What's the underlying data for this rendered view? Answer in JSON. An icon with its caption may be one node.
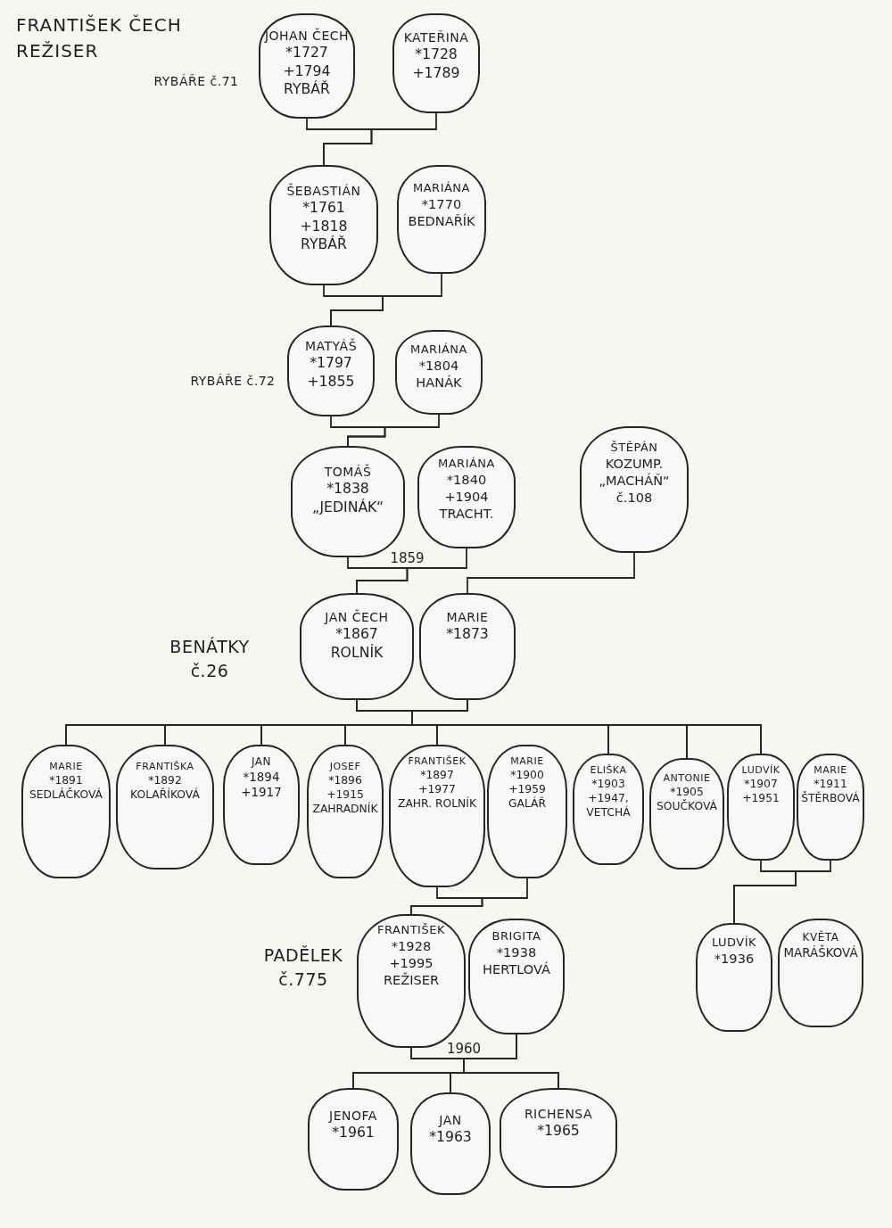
{
  "diagram": {
    "title": "FRANTIŠEK ČECH REŽISER",
    "nodes": [
      {
        "text": [
          "JOHAN ČECH",
          "*1727",
          "+1794",
          "RYBÁŘ"
        ],
        "beside": [
          "RYBÁŘE č.71"
        ]
      },
      {
        "text": [
          "KATEŘINA",
          "*1728",
          "+1789"
        ]
      },
      {
        "text": [
          "ŠEBASTIÁN",
          "*1761",
          "+1818",
          "RYBÁŘ"
        ]
      },
      {
        "text": [
          "MARIÁNA",
          "*1770",
          "BEDNAŘÍK"
        ]
      },
      {
        "text": [
          "MATYÁŠ",
          "*1797",
          "+1855"
        ],
        "beside": [
          "RYBÁŘE č.72"
        ]
      },
      {
        "text": [
          "MARIÁNA",
          "*1804",
          "HANÁK"
        ]
      },
      {
        "text": [
          "TOMÁŠ",
          "*1838",
          "„JEDINÁK“"
        ]
      },
      {
        "text": [
          "MARIÁNA",
          "*1840",
          "+1904",
          "TRACHT."
        ]
      },
      {
        "text": [
          "ŠTĚPÁN",
          "KOZUMP.",
          "„MACHÁŇ“",
          "č.108"
        ]
      },
      {
        "text": [
          "JAN ČECH",
          "*1867",
          "ROLNÍK"
        ],
        "beside": [
          "BENÁTKY č.26"
        ]
      },
      {
        "text": [
          "MARIE",
          "*1873"
        ]
      },
      {
        "text": [
          "MARIE",
          "*1891",
          "SEDLÁČKOVÁ"
        ]
      },
      {
        "text": [
          "FRANTIŠKA",
          "*1892",
          "KOLAŘÍKOVÁ"
        ]
      },
      {
        "text": [
          "JAN",
          "*1894",
          "+1917"
        ]
      },
      {
        "text": [
          "JOSEF",
          "*1896",
          "+1915",
          "ZAHRADNÍK"
        ]
      },
      {
        "text": [
          "FRANTIŠEK",
          "*1897",
          "+1977",
          "ZAHR. ROLNÍK"
        ]
      },
      {
        "text": [
          "MARIE",
          "*1900",
          "+1959",
          "GALÁŘ"
        ]
      },
      {
        "text": [
          "ELIŠKA",
          "*1903",
          "+1947,",
          "VETCHÁ"
        ]
      },
      {
        "text": [
          "ANTONIE",
          "*1905",
          "SOUČKOVÁ"
        ]
      },
      {
        "text": [
          "LUDVÍK",
          "*1907",
          "+1951"
        ]
      },
      {
        "text": [
          "MARIE",
          "*1911",
          "ŠTĚRBOVÁ"
        ]
      },
      {
        "text": [
          "FRANTIŠEK",
          "*1928",
          "+1995",
          "REŽISER"
        ],
        "beside": [
          "PADĚLEK č.775"
        ]
      },
      {
        "text": [
          "BRIGITA",
          "*1938",
          "HERTLOVÁ"
        ]
      },
      {
        "text": [
          "LUDVÍK",
          "*1936"
        ]
      },
      {
        "text": [
          "KVĚTA",
          "MARÁŠKOVÁ"
        ]
      },
      {
        "text": [
          "JENOFA",
          "*1961"
        ]
      },
      {
        "text": [
          "JAN",
          "*1963"
        ]
      },
      {
        "text": [
          "RICHENSA",
          "*1965"
        ]
      }
    ],
    "edges": [
      {
        "from": 0,
        "to": 2,
        "arrow": "none"
      },
      {
        "from": 1,
        "to": 2,
        "arrow": "none"
      },
      {
        "from": 2,
        "to": 4,
        "arrow": "none"
      },
      {
        "from": 3,
        "to": 4,
        "arrow": "none"
      },
      {
        "from": 4,
        "to": 6,
        "arrow": "none"
      },
      {
        "from": 5,
        "to": 6,
        "arrow": "none"
      },
      {
        "from": 6,
        "to": 9,
        "arrow": "none",
        "label": "1859"
      },
      {
        "from": 7,
        "to": 9,
        "arrow": "none"
      },
      {
        "from": 8,
        "to": 10,
        "arrow": "none"
      },
      {
        "from": 9,
        "to": 11,
        "arrow": "none"
      },
      {
        "from": 10,
        "to": 11,
        "arrow": "none"
      },
      {
        "from": 9,
        "to": 12,
        "arrow": "none"
      },
      {
        "from": 10,
        "to": 12,
        "arrow": "none"
      },
      {
        "from": 9,
        "to": 13,
        "arrow": "none"
      },
      {
        "from": 10,
        "to": 13,
        "arrow": "none"
      },
      {
        "from": 9,
        "to": 14,
        "arrow": "none"
      },
      {
        "from": 10,
        "to": 14,
        "arrow": "none"
      },
      {
        "from": 9,
        "to": 15,
        "arrow": "none"
      },
      {
        "from": 10,
        "to": 15,
        "arrow": "none"
      },
      {
        "from": 9,
        "to": 17,
        "arrow": "none"
      },
      {
        "from": 10,
        "to": 17,
        "arrow": "none"
      },
      {
        "from": 9,
        "to": 18,
        "arrow": "none"
      },
      {
        "from": 10,
        "to": 18,
        "arrow": "none"
      },
      {
        "from": 9,
        "to": 19,
        "arrow": "none"
      },
      {
        "from": 10,
        "to": 19,
        "arrow": "none"
      },
      {
        "from": 15,
        "to": 21,
        "arrow": "none"
      },
      {
        "from": 16,
        "to": 21,
        "arrow": "none"
      },
      {
        "from": 19,
        "to": 23,
        "arrow": "none"
      },
      {
        "from": 20,
        "to": 23,
        "arrow": "none"
      },
      {
        "from": 21,
        "to": 25,
        "arrow": "none"
      },
      {
        "from": 22,
        "to": 25,
        "arrow": "none"
      },
      {
        "from": 21,
        "to": 26,
        "arrow": "none",
        "label": "1960"
      },
      {
        "from": 22,
        "to": 26,
        "arrow": "none"
      },
      {
        "from": 21,
        "to": 27,
        "arrow": "none"
      },
      {
        "from": 22,
        "to": 27,
        "arrow": "none"
      }
    ]
  }
}
